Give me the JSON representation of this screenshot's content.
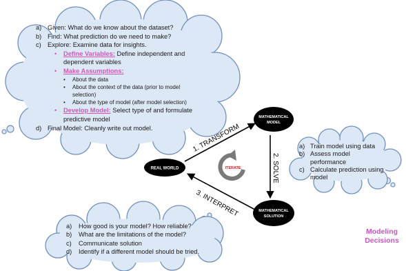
{
  "formulate_cloud": {
    "items": [
      {
        "marker": "a)",
        "text": "Given: What do we know about the dataset?"
      },
      {
        "marker": "b)",
        "text": "Find: What prediction do we need to make?"
      },
      {
        "marker": "c)",
        "text": "Explore: Examine data for insights."
      }
    ],
    "subitems": {
      "define_label": "Define Variables:",
      "define_text": "Define independent and",
      "define_text_2": "dependent variables",
      "assume_label": "Make Assumptions:",
      "assumptions": [
        "About the data",
        "About the context of the data (prior to model",
        "selection)",
        "About the type of model (after model selection)"
      ],
      "develop_label": "Develop Model:",
      "develop_text": "Select type of and formulate",
      "develop_text_2": "predictive model"
    },
    "final": {
      "marker": "d)",
      "text": "Final Model: Cleanly write out model."
    }
  },
  "solve_cloud": {
    "items": [
      {
        "marker": "a)",
        "text": "Train model using data"
      },
      {
        "marker": "b)",
        "text": "Assess model",
        "cont": "performance"
      },
      {
        "marker": "c)",
        "text": "Calculate prediction using",
        "cont": "model"
      }
    ]
  },
  "interpret_cloud": {
    "items": [
      {
        "marker": "a)",
        "text": "How good is your model? How reliable?"
      },
      {
        "marker": "b)",
        "text": "What are the limitations of the model?"
      },
      {
        "marker": "c)",
        "text": "Communicate solution"
      },
      {
        "marker": "d)",
        "text": "Identify if a different model should be tried."
      }
    ]
  },
  "cycle": {
    "real_world": "REAL WORLD",
    "math_model_1": "MATHEMATICAL",
    "math_model_2": "MODEL",
    "math_solution_1": "MATHEMATICAL",
    "math_solution_2": "SOLUTION",
    "transform": "1. TRANSFORM",
    "solve": "2. SOLVE",
    "interpret": "3. INTERPRET",
    "iterate": "ITERATE"
  },
  "caption": {
    "line1": "Modeling",
    "line2": "Decisions"
  },
  "colors": {
    "cloud_fill": "#dde8f6",
    "cloud_stroke": "#6f8fbe",
    "accent_pink": "#d056b8",
    "ellipse": "#000000",
    "iterate_red": "#e01010",
    "iterate_arrow": "#7a7a7a"
  }
}
